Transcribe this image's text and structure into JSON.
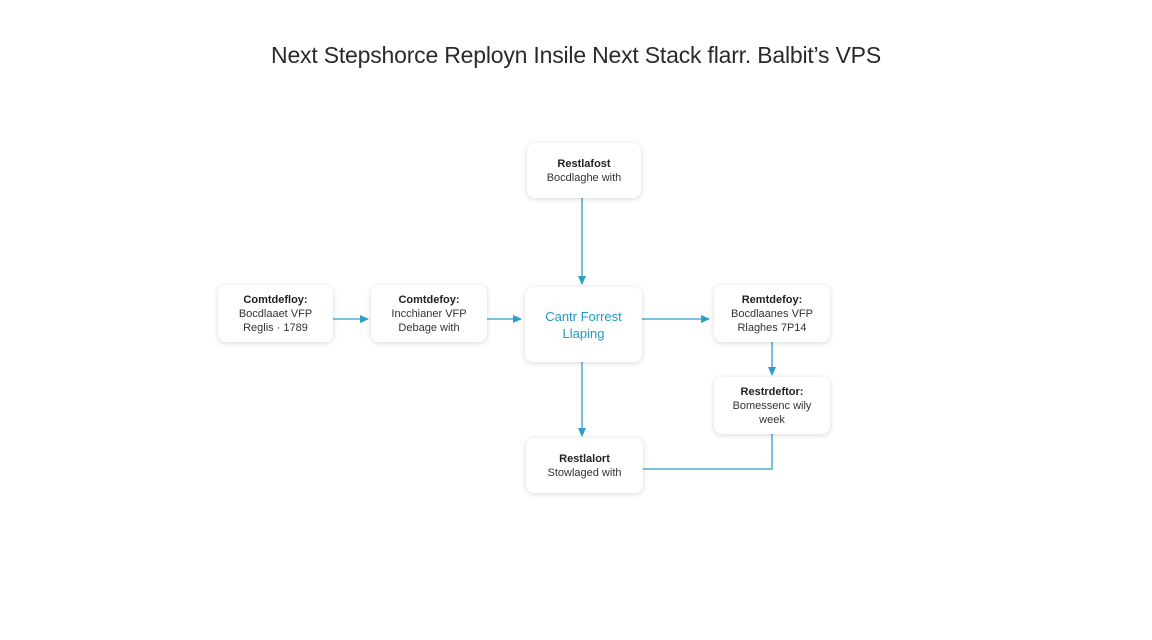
{
  "title": "Next Stepshorce Reployn Insile Next Stack flarr. Balbit’s VPS",
  "nodes": {
    "top": {
      "head": "Restlafost",
      "lines": [
        "Bocdlaghe with"
      ]
    },
    "left1": {
      "head": "Comtdefloy:",
      "lines": [
        "Bocdlaaet VFP",
        "Reglis · 1789"
      ]
    },
    "left2": {
      "head": "Comtdefoy:",
      "lines": [
        "Incchianer VFP",
        "Debage with"
      ]
    },
    "center": {
      "head": "",
      "lines": [
        "Cantr Forrest",
        "Llaping"
      ]
    },
    "right1": {
      "head": "Remtdefoy:",
      "lines": [
        "Bocdlaanes VFP",
        "Rlaghes 7P14"
      ]
    },
    "right2": {
      "head": "Restrdeftor:",
      "lines": [
        "Bomessenc wily",
        "week"
      ]
    },
    "bottom": {
      "head": "Restlalort",
      "lines": [
        "Stowlaged with"
      ]
    }
  },
  "colors": {
    "accent": "#1e9bc4",
    "text": "#333333",
    "line": "#2b9fc7"
  }
}
